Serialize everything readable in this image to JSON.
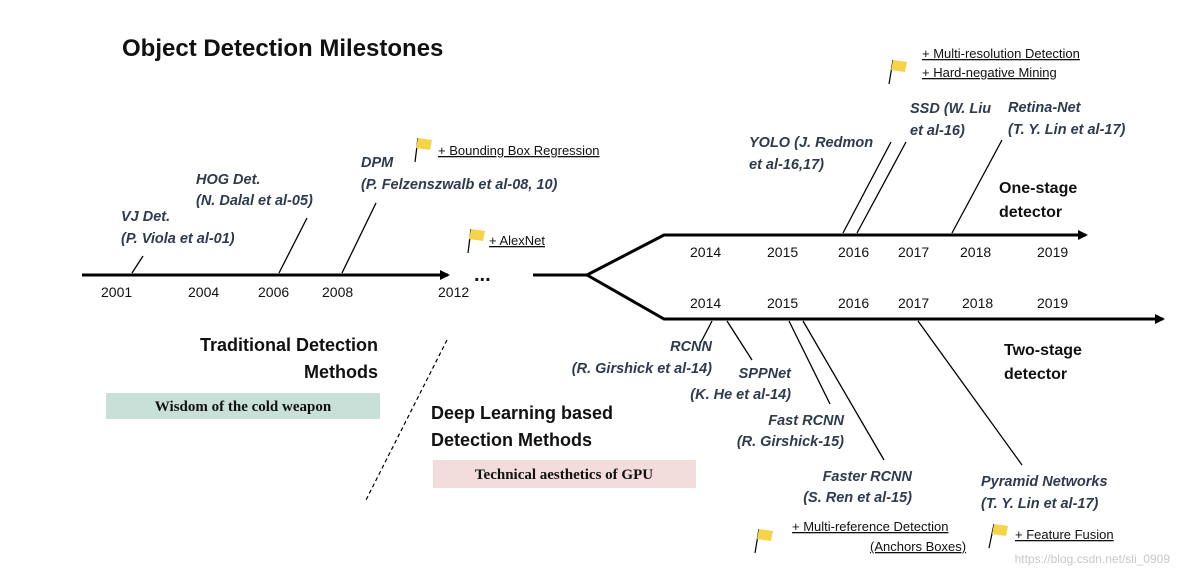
{
  "title": "Object Detection Milestones",
  "main_timeline": {
    "years": [
      "2001",
      "2004",
      "2006",
      "2008",
      "2012"
    ],
    "ellipsis": "..."
  },
  "traditional": [
    {
      "name": "VJ Det.",
      "ref": "(P. Viola et al-01)"
    },
    {
      "name": "HOG Det.",
      "ref": "(N. Dalal et al-05)"
    },
    {
      "name": "DPM",
      "ref": "(P. Felzenszwalb et al-08, 10)"
    }
  ],
  "flags": {
    "bbox_regression": "+ Bounding Box Regression",
    "alexnet": "+ AlexNet",
    "multi_resolution": "+ Multi-resolution Detection",
    "hard_negative": "+ Hard-negative Mining",
    "multi_reference": "+ Multi-reference Detection",
    "anchors": "(Anchors Boxes)",
    "feature_fusion": "+ Feature Fusion"
  },
  "colors": {
    "flag": "#f5d44a",
    "traditional_tag_bg": "#c8e0d8",
    "deep_tag_bg": "#f2dcdc"
  },
  "eras": {
    "traditional_line1": "Traditional Detection",
    "traditional_line2": "Methods",
    "traditional_tag": "Wisdom of the cold weapon",
    "deep_line1": "Deep Learning based",
    "deep_line2": "Detection Methods",
    "deep_tag": "Technical aesthetics of GPU"
  },
  "one_stage": {
    "label_line1": "One-stage",
    "label_line2": "detector",
    "years": [
      "2014",
      "2015",
      "2016",
      "2017",
      "2018",
      "2019"
    ],
    "detectors": [
      {
        "line1": "YOLO (J. Redmon",
        "line2": "et al-16,17)"
      },
      {
        "line1": "SSD (W. Liu",
        "line2": "et al-16)"
      },
      {
        "line1": "Retina-Net",
        "line2": "(T. Y. Lin et al-17)"
      }
    ]
  },
  "two_stage": {
    "label_line1": "Two-stage",
    "label_line2": "detector",
    "years": [
      "2014",
      "2015",
      "2016",
      "2017",
      "2018",
      "2019"
    ],
    "detectors": [
      {
        "line1": "RCNN",
        "line2": "(R. Girshick et al-14)"
      },
      {
        "line1": "SPPNet",
        "line2": "(K. He et al-14)"
      },
      {
        "line1": "Fast RCNN",
        "line2": "(R. Girshick-15)"
      },
      {
        "line1": "Faster RCNN",
        "line2": "(S. Ren et al-15)"
      },
      {
        "line1": "Pyramid Networks",
        "line2": "(T. Y. Lin et al-17)"
      }
    ]
  },
  "watermark": "https://blog.csdn.net/sli_0909"
}
